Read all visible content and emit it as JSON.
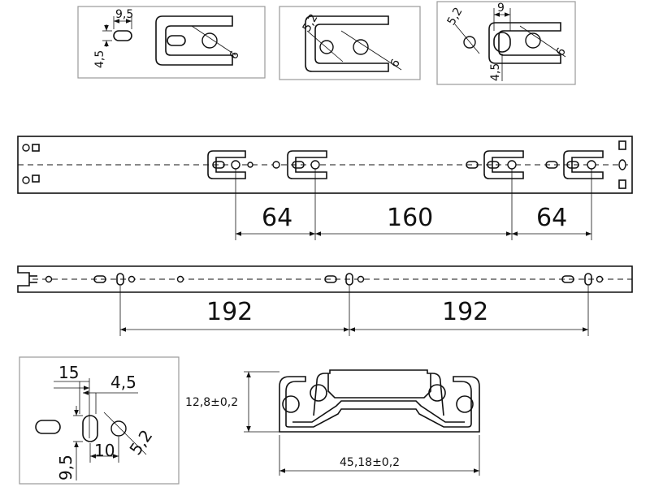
{
  "detail_a": {
    "width_label": "9,5",
    "height_label": "4,5",
    "diameter_label": "6"
  },
  "detail_b": {
    "hole_label": "5,2",
    "diameter_label": "6"
  },
  "detail_c": {
    "hole_label": "5,2",
    "width_label": "9",
    "height_label": "4,5",
    "diameter_label": "6"
  },
  "rail_top": {
    "spacing_left": "64",
    "spacing_mid": "160",
    "spacing_right": "64"
  },
  "rail_bottom": {
    "spacing_left": "192",
    "spacing_right": "192"
  },
  "detail_d": {
    "label_15": "15",
    "label_4_5": "4,5",
    "label_5_2": "5,2",
    "label_9_5": "9,5",
    "label_10": "10"
  },
  "profile": {
    "height_label": "12,8±0,2",
    "width_label": "45,18±0,2"
  }
}
